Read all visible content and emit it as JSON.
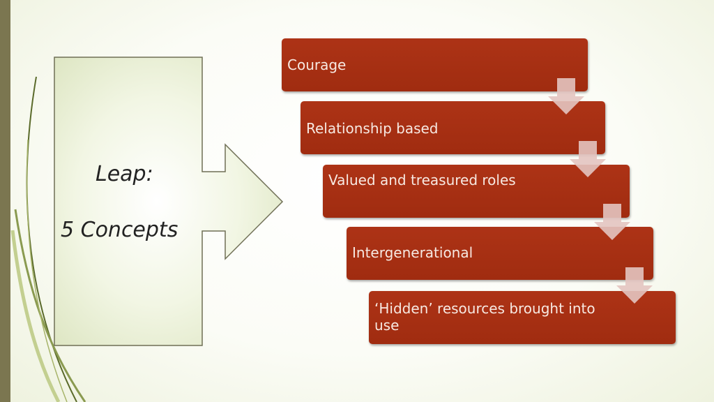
{
  "callout": {
    "line1": "Leap:",
    "line2": "5 Concepts"
  },
  "steps": [
    {
      "label": "Courage"
    },
    {
      "label": "Relationship based"
    },
    {
      "label": "Valued and treasured roles"
    },
    {
      "label": "Intergenerational"
    },
    {
      "label": "‘Hidden’ resources brought into use"
    }
  ],
  "colors": {
    "step_fill": "#a52f12",
    "step_text": "#f7e9e2",
    "connector_arrow": "#e3c4c0",
    "callout_fill": "#eef3dc",
    "accent_bar": "#7b7650"
  }
}
